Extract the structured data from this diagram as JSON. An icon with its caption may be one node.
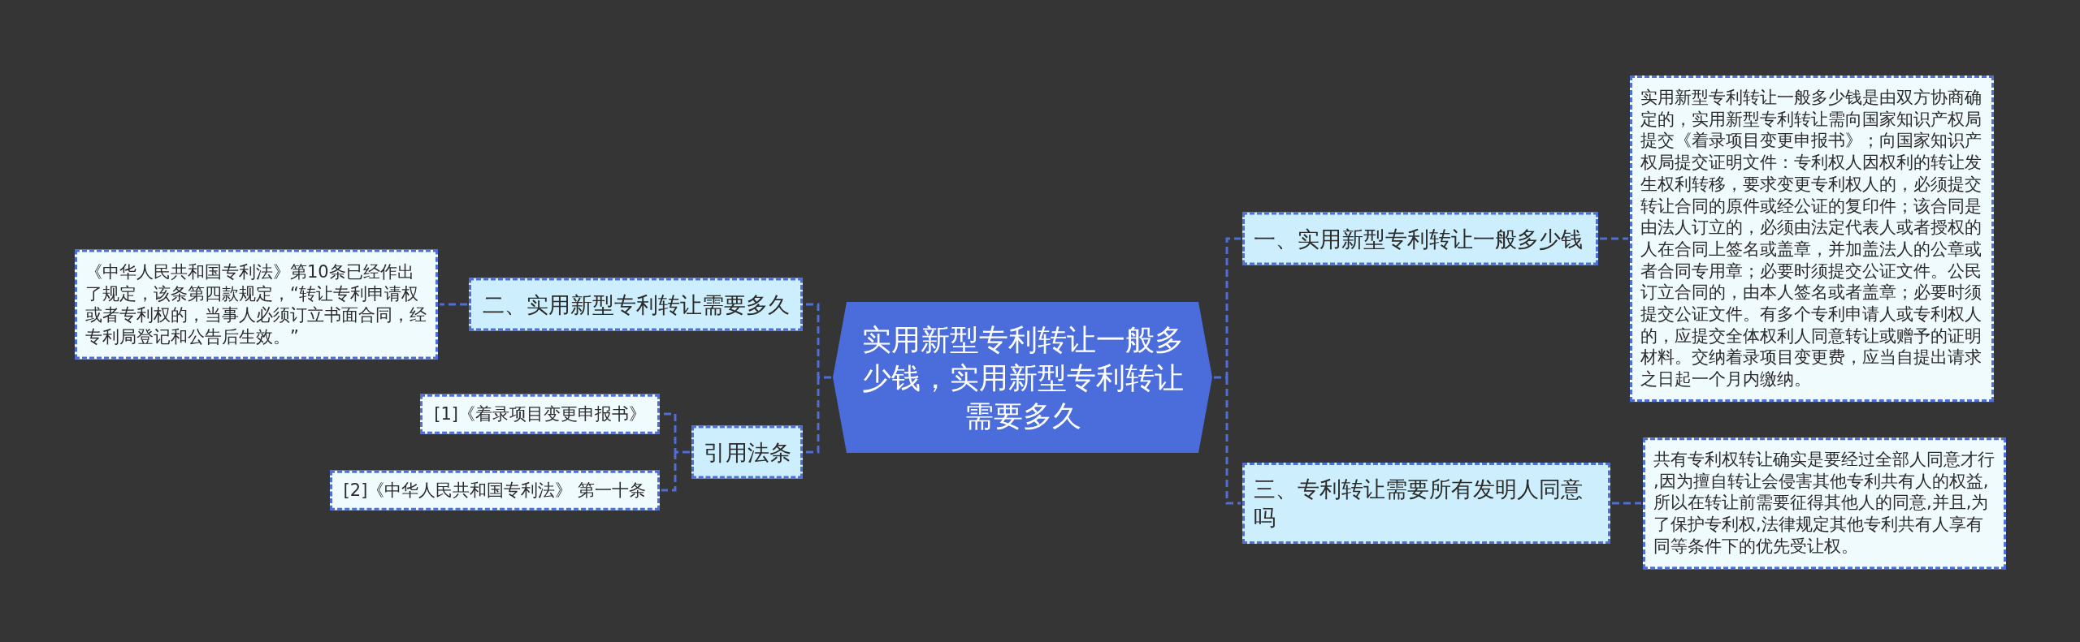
{
  "diagram": {
    "nodes": [
      {
        "text": [
          "实用新型专利转让一般多少钱，实用新型专利转让需要多久"
        ]
      },
      {
        "text": [
          "一、实用新型专利转让一般多少钱"
        ]
      },
      {
        "text": [
          "实用新型专利转让一般多少钱是由双方协商确定的，实用新型专利转让需向国家知识产权局提交《着录项目变更申报书》；向国家知识产权局提交证明文件：专利权人因权利的转让发生权利转移，要求变更专利权人的，必须提交转让合同的原件或经公证的复印件；该合同是由法人订立的，必须由法定代表人或者授权的人在合同上签名或盖章，并加盖法人的公章或者合同专用章；必要时须提交公证文件。公民订立合同的，由本人签名或者盖章；必要时须提交公证文件。有多个专利申请人或专利权人的，应提交全体权利人同意转让或赠予的证明材料。交纳着录项目变更费，应当自提出请求之日起一个月内缴纳。"
        ]
      },
      {
        "text": [
          "二、实用新型专利转让需要多久"
        ]
      },
      {
        "text": [
          "《中华人民共和国专利法》第10条已经作出了规定，该条第四款规定，“转让专利申请权或者专利权的，当事人必须订立书面合同，经专利局登记和公告后生效。”"
        ]
      },
      {
        "text": [
          "三、专利转让需要所有发明人同意吗"
        ]
      },
      {
        "text": [
          "共有专利权转让确实是要经过全部人同意才行,因为擅自转让会侵害其他专利共有人的权益,所以在转让前需要征得其他人的同意,并且,为了保护专利权,法律规定其他专利共有人享有同等条件下的优先受让权。"
        ]
      },
      {
        "text": [
          "引用法条"
        ]
      },
      {
        "text": [
          "[1]《着录项目变更申报书》"
        ]
      },
      {
        "text": [
          "[2]《中华人民共和国专利法》 第一十条"
        ]
      }
    ],
    "edges": [
      {
        "from": 0,
        "to": 1,
        "arrow": "none",
        "style": "dashed"
      },
      {
        "from": 1,
        "to": 2,
        "arrow": "none",
        "style": "dashed"
      },
      {
        "from": 0,
        "to": 3,
        "arrow": "none",
        "style": "dashed"
      },
      {
        "from": 3,
        "to": 4,
        "arrow": "none",
        "style": "dashed"
      },
      {
        "from": 0,
        "to": 5,
        "arrow": "none",
        "style": "dashed"
      },
      {
        "from": 5,
        "to": 6,
        "arrow": "none",
        "style": "dashed"
      },
      {
        "from": 0,
        "to": 7,
        "arrow": "none",
        "style": "dashed"
      },
      {
        "from": 7,
        "to": 8,
        "arrow": "none",
        "style": "dashed"
      },
      {
        "from": 7,
        "to": 9,
        "arrow": "none",
        "style": "dashed"
      }
    ]
  }
}
